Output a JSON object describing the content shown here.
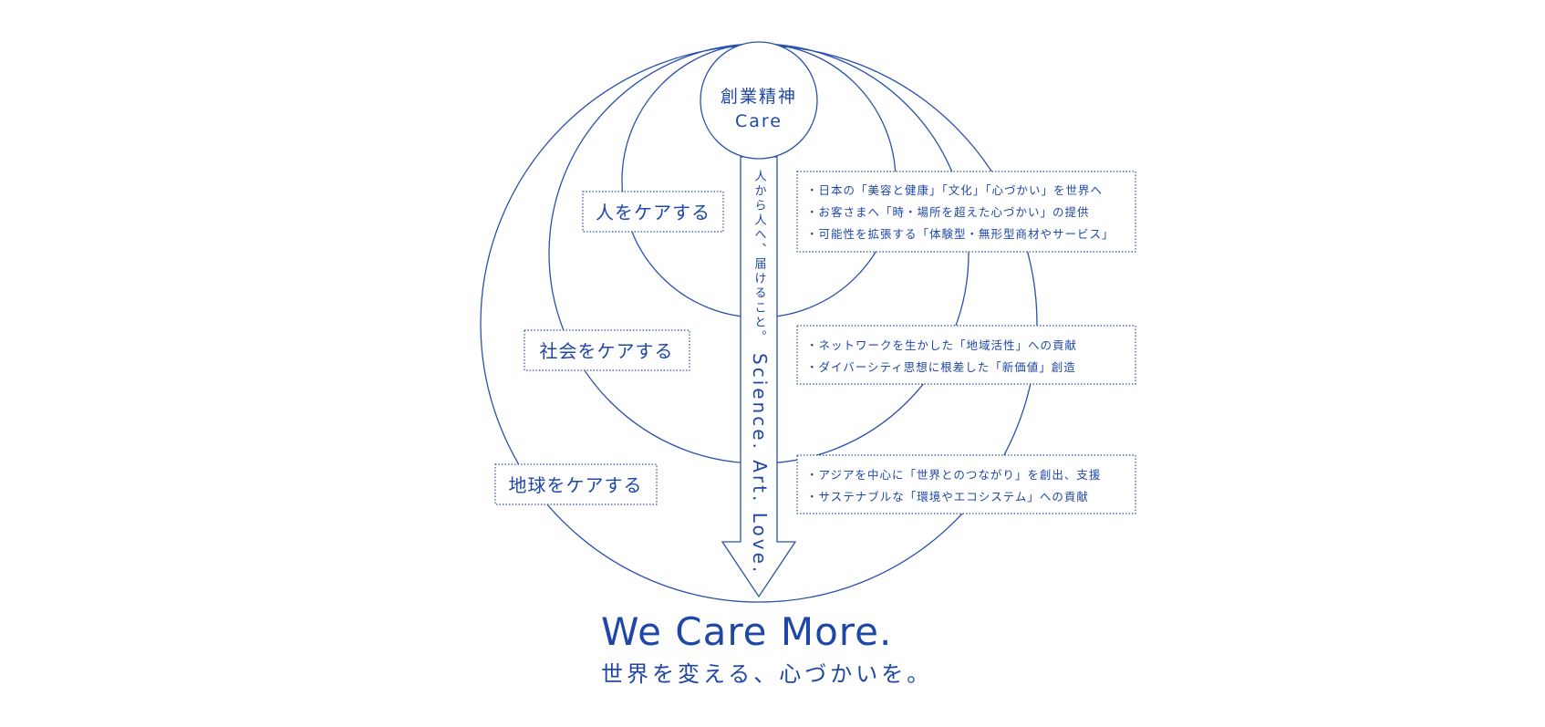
{
  "core": {
    "title": "創業精神",
    "subtitle": "Care"
  },
  "arrow": {
    "text_jp": "人から人へ、届けること。",
    "text_en": "Science. Art. Love."
  },
  "circles": [
    {
      "label": "人をケアする",
      "points": [
        "・日本の「美容と健康」「文化」「心づかい」を世界へ",
        "・お客さまへ「時・場所を超えた心づかい」の提供",
        "・可能性を拡張する「体験型・無形型商材やサービス」"
      ]
    },
    {
      "label": "社会をケアする",
      "points": [
        "・ネットワークを生かした「地域活性」への貢献",
        "・ダイバーシティ思想に根差した「新価値」創造"
      ]
    },
    {
      "label": "地球をケアする",
      "points": [
        "・アジアを中心に「世界とのつながり」を創出、支援",
        "・サステナブルな「環境やエコシステム」への貢献"
      ]
    }
  ],
  "tagline": {
    "title": "We Care More.",
    "subtitle": "世界を変える、心づかいを。"
  },
  "colors": {
    "line": "#2a50b0",
    "text": "#1f47a8",
    "background": "#ffffff"
  }
}
